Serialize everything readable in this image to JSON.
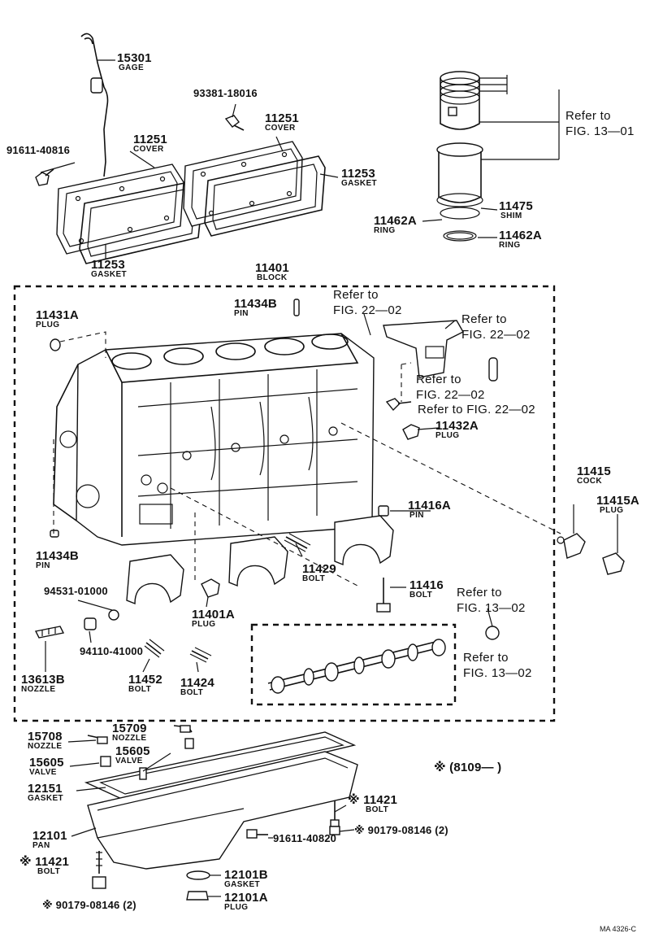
{
  "labels": [
    {
      "id": "15301",
      "num": "15301",
      "name": "GAGE"
    },
    {
      "id": "93381-18016",
      "num": "93381-18016",
      "name": ""
    },
    {
      "id": "11251a",
      "num": "11251",
      "name": "COVER"
    },
    {
      "id": "11251b",
      "num": "11251",
      "name": "COVER"
    },
    {
      "id": "91611-40816",
      "num": "91611-40816",
      "name": ""
    },
    {
      "id": "11253a",
      "num": "11253",
      "name": "GASKET"
    },
    {
      "id": "11253b",
      "num": "11253",
      "name": "GASKET"
    },
    {
      "id": "11475",
      "num": "11475",
      "name": "SHIM"
    },
    {
      "id": "11462A-a",
      "num": "11462A",
      "name": "RING"
    },
    {
      "id": "11462A-b",
      "num": "11462A",
      "name": "RING"
    },
    {
      "id": "11401",
      "num": "11401",
      "name": "BLOCK"
    },
    {
      "id": "11434B-a",
      "num": "11434B",
      "name": "PIN"
    },
    {
      "id": "11431A",
      "num": "11431A",
      "name": "PLUG"
    },
    {
      "id": "11432A",
      "num": "11432A",
      "name": "PLUG"
    },
    {
      "id": "11415",
      "num": "11415",
      "name": "COCK"
    },
    {
      "id": "11415A",
      "num": "11415A",
      "name": "PLUG"
    },
    {
      "id": "11416A",
      "num": "11416A",
      "name": "PIN"
    },
    {
      "id": "11434B-b",
      "num": "11434B",
      "name": "PIN"
    },
    {
      "id": "11429",
      "num": "11429",
      "name": "BOLT"
    },
    {
      "id": "94531-01000",
      "num": "94531-01000",
      "name": ""
    },
    {
      "id": "11401A",
      "num": "11401A",
      "name": "PLUG"
    },
    {
      "id": "11416",
      "num": "11416",
      "name": "BOLT"
    },
    {
      "id": "94110-41000",
      "num": "94110-41000",
      "name": ""
    },
    {
      "id": "13613B",
      "num": "13613B",
      "name": "NOZZLE"
    },
    {
      "id": "11452",
      "num": "11452",
      "name": "BOLT"
    },
    {
      "id": "11424",
      "num": "11424",
      "name": "BOLT"
    },
    {
      "id": "15708",
      "num": "15708",
      "name": "NOZZLE"
    },
    {
      "id": "15709",
      "num": "15709",
      "name": "NOZZLE"
    },
    {
      "id": "15605a",
      "num": "15605",
      "name": "VALVE"
    },
    {
      "id": "15605b",
      "num": "15605",
      "name": "VALVE"
    },
    {
      "id": "12151",
      "num": "12151",
      "name": "GASKET"
    },
    {
      "id": "11421a",
      "num": "※ 11421",
      "name": "BOLT"
    },
    {
      "id": "90179a",
      "num": "※ 90179-08146 (2)",
      "name": ""
    },
    {
      "id": "91611-40820",
      "num": "91611-40820",
      "name": ""
    },
    {
      "id": "12101",
      "num": "12101",
      "name": "PAN"
    },
    {
      "id": "11421b",
      "num": "※ 11421",
      "name": "BOLT"
    },
    {
      "id": "12101B",
      "num": "12101B",
      "name": "GASKET"
    },
    {
      "id": "12101A",
      "num": "12101A",
      "name": "PLUG"
    },
    {
      "id": "90179b",
      "num": "※ 90179-08146 (2)",
      "name": ""
    }
  ],
  "references": [
    {
      "id": "ref-13-01",
      "line1": "Refer to",
      "line2": "FIG. 13—01"
    },
    {
      "id": "ref-22-02-a",
      "line1": "Refer to",
      "line2": "FIG. 22—02"
    },
    {
      "id": "ref-22-02-b",
      "line1": "Refer to",
      "line2": "FIG. 22—02"
    },
    {
      "id": "ref-22-02-c",
      "line1": "Refer to",
      "line2": "FIG. 22—02"
    },
    {
      "id": "ref-22-02-d",
      "line1": "Refer to FIG. 22—02",
      "line2": ""
    },
    {
      "id": "ref-13-02-a",
      "line1": "Refer to",
      "line2": "FIG. 13—02"
    },
    {
      "id": "ref-13-02-b",
      "line1": "Refer to",
      "line2": "FIG. 13—02"
    }
  ],
  "serial_note": "※ (8109—      )",
  "figure_code": "MA 4326-C"
}
